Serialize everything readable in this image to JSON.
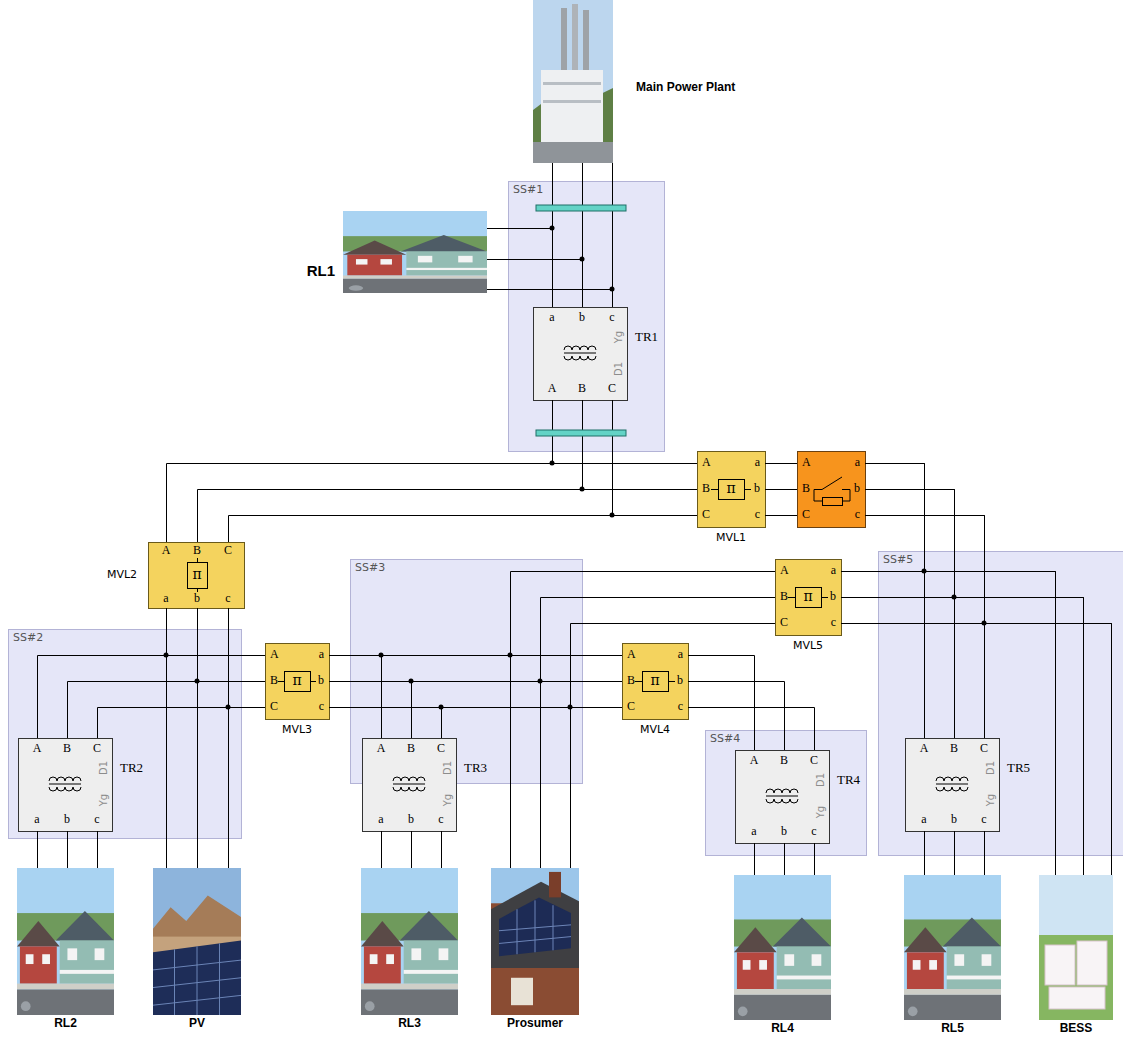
{
  "diagram": {
    "nodes": [
      {
        "text": [
          "Main Power Plant"
        ]
      },
      {
        "text": [
          "SS#1"
        ]
      },
      {
        "text": [
          "RL1"
        ]
      },
      {
        "text": [
          "a",
          "b",
          "c",
          "Yg",
          "D1",
          "A",
          "B",
          "C",
          "TR1"
        ],
        "in": 1
      },
      {
        "text": [
          "A",
          "B",
          "C",
          "a",
          "b",
          "c",
          "π",
          "MVL1"
        ]
      },
      {
        "text": [
          "A",
          "B",
          "C",
          "a",
          "b",
          "c"
        ]
      },
      {
        "text": [
          "A",
          "B",
          "C",
          "a",
          "b",
          "c",
          "π",
          "MVL2"
        ]
      },
      {
        "text": [
          "SS#3"
        ]
      },
      {
        "text": [
          "SS#5"
        ]
      },
      {
        "text": [
          "A",
          "B",
          "C",
          "a",
          "b",
          "c",
          "π",
          "MVL5"
        ]
      },
      {
        "text": [
          "SS#2"
        ]
      },
      {
        "text": [
          "A",
          "B",
          "C",
          "D1",
          "Yg",
          "a",
          "b",
          "c",
          "TR2"
        ],
        "in": 10
      },
      {
        "text": [
          "A",
          "B",
          "C",
          "a",
          "b",
          "c",
          "π",
          "MVL3"
        ]
      },
      {
        "text": [
          "A",
          "B",
          "C",
          "D1",
          "Yg",
          "a",
          "b",
          "c",
          "TR3"
        ],
        "in": 7
      },
      {
        "text": [
          "A",
          "B",
          "C",
          "a",
          "b",
          "c",
          "π",
          "MVL4"
        ]
      },
      {
        "text": [
          "SS#4"
        ]
      },
      {
        "text": [
          "A",
          "B",
          "C",
          "D1",
          "Yg",
          "a",
          "b",
          "c",
          "TR4"
        ],
        "in": 15
      },
      {
        "text": [
          "A",
          "B",
          "C",
          "D1",
          "Yg",
          "a",
          "b",
          "c",
          "TR5"
        ],
        "in": 8
      },
      {
        "text": [
          "RL2"
        ]
      },
      {
        "text": [
          "PV"
        ]
      },
      {
        "text": [
          "RL3"
        ]
      },
      {
        "text": [
          "Prosumer"
        ]
      },
      {
        "text": [
          "RL4"
        ]
      },
      {
        "text": [
          "RL5"
        ]
      },
      {
        "text": [
          "BESS"
        ]
      }
    ],
    "edges": [
      {
        "from": 0,
        "to": 3,
        "arrow": "none"
      },
      {
        "from": 0,
        "to": 2,
        "arrow": "none"
      },
      {
        "from": 3,
        "to": 4,
        "arrow": "none"
      },
      {
        "from": 3,
        "to": 6,
        "arrow": "none"
      },
      {
        "from": 4,
        "to": 5,
        "arrow": "none"
      },
      {
        "from": 5,
        "to": 17,
        "arrow": "none"
      },
      {
        "from": 5,
        "to": 24,
        "arrow": "none"
      },
      {
        "from": 9,
        "to": 17,
        "arrow": "none"
      },
      {
        "from": 9,
        "to": 24,
        "arrow": "none"
      },
      {
        "from": 6,
        "to": 11,
        "arrow": "none"
      },
      {
        "from": 6,
        "to": 19,
        "arrow": "none"
      },
      {
        "from": 6,
        "to": 12,
        "arrow": "none"
      },
      {
        "from": 12,
        "to": 13,
        "arrow": "none"
      },
      {
        "from": 12,
        "to": 21,
        "arrow": "none"
      },
      {
        "from": 12,
        "to": 14,
        "arrow": "none"
      },
      {
        "from": 9,
        "to": 21,
        "arrow": "none"
      },
      {
        "from": 14,
        "to": 16,
        "arrow": "none"
      },
      {
        "from": 11,
        "to": 18,
        "arrow": "none"
      },
      {
        "from": 13,
        "to": 20,
        "arrow": "none"
      },
      {
        "from": 16,
        "to": 22,
        "arrow": "none"
      },
      {
        "from": 17,
        "to": 23,
        "arrow": "none"
      }
    ]
  }
}
